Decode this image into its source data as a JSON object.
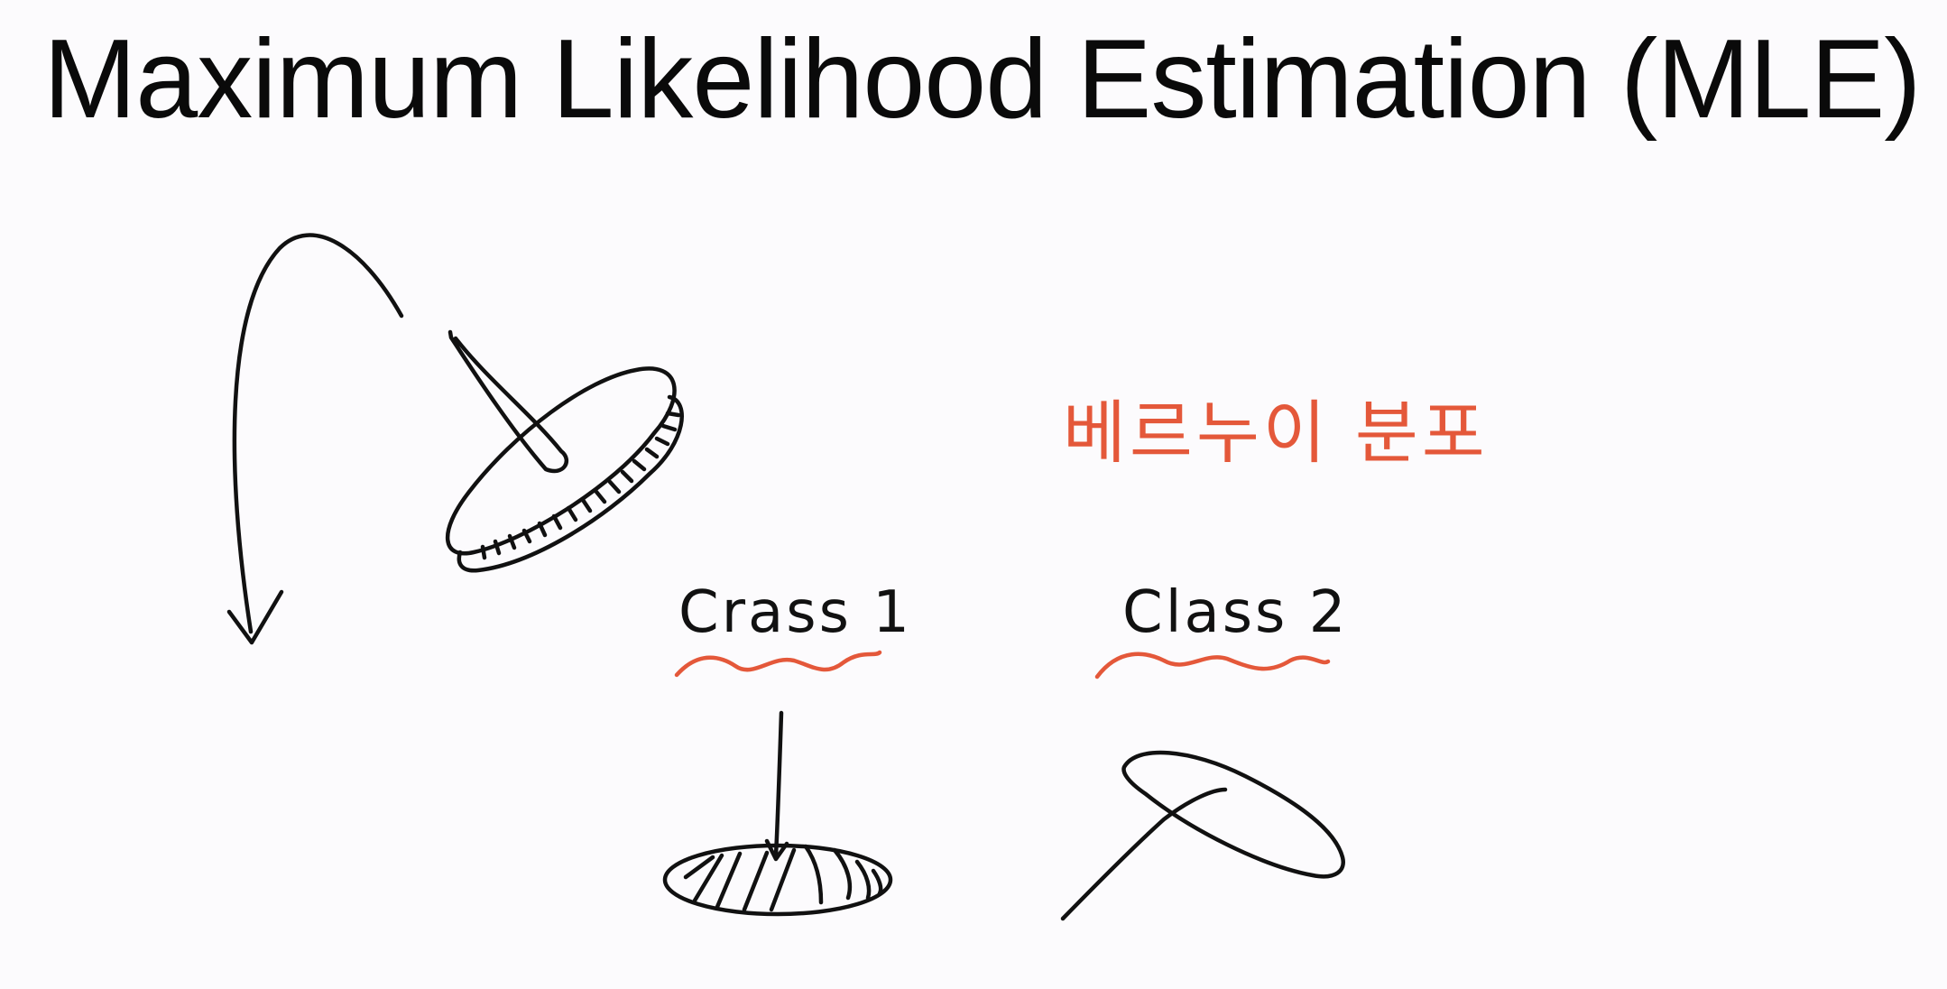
{
  "slide": {
    "title": "Maximum Likelihood Estimation (MLE)"
  },
  "annotations": {
    "distribution_label": "베르누이 분포",
    "class1_label": "Crass 1",
    "class2_label": "Class 2"
  },
  "colors": {
    "background": "#fcfbfd",
    "ink": "#111111",
    "accent": "#e4583a"
  }
}
